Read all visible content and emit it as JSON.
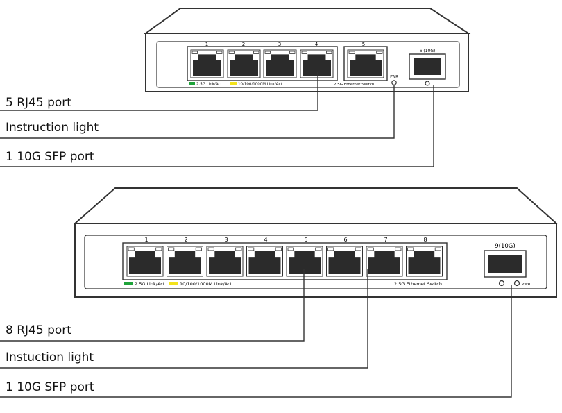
{
  "switch_top": {
    "port_numbers": [
      "1",
      "2",
      "3",
      "4",
      "5"
    ],
    "sfp_port_label": "6 (10G)",
    "pwr_label": "PWR",
    "legend_green": "2.5G Link/Act",
    "legend_yellow": "10/100/1000M Link/Act",
    "model_text": "2.5G Ethernet Switch",
    "callouts": [
      "5 RJ45 port",
      "Instruction light",
      "1 10G SFP port"
    ]
  },
  "switch_bottom": {
    "port_numbers": [
      "1",
      "2",
      "3",
      "4",
      "5",
      "6",
      "7",
      "8"
    ],
    "sfp_port_label": "9(10G)",
    "pwr_label": "PWR",
    "legend_green": "2.5G Link/Act",
    "legend_yellow": "10/100/1000M Link/Act",
    "model_text": "2.5G Ethernet Switch",
    "callouts": [
      "8 RJ45 port",
      "Instuction light",
      "1 10G SFP port"
    ]
  },
  "colors": {
    "outline": "#333333",
    "port_fill": "#2b2b2b",
    "legend_green": "#1fa33a",
    "legend_yellow": "#f2e21b"
  }
}
